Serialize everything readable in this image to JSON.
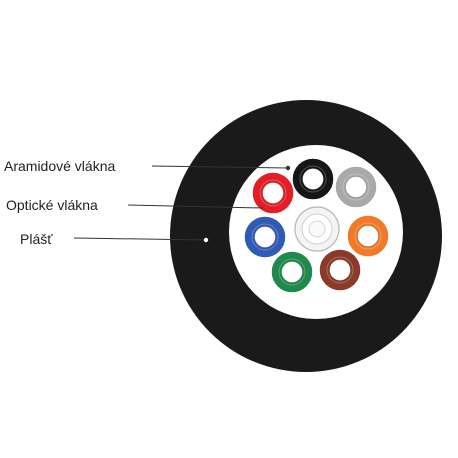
{
  "labels": {
    "aramid": "Aramidové vlákna",
    "optical": "Optické vlákna",
    "sheath": "Plášť"
  },
  "tubes": [
    {
      "name": "black",
      "color": "#161616"
    },
    {
      "name": "gray",
      "color": "#a9a9a9"
    },
    {
      "name": "orange",
      "color": "#f07a2a"
    },
    {
      "name": "brown",
      "color": "#8b3a2a"
    },
    {
      "name": "green",
      "color": "#1f8a4c"
    },
    {
      "name": "blue",
      "color": "#2f5bb4"
    },
    {
      "name": "red",
      "color": "#e21e26"
    }
  ],
  "central_member_color": "#f4f4f4",
  "sheath_color": "#1a1a1a",
  "core_color": "#ffffff",
  "line_color": "#333333"
}
